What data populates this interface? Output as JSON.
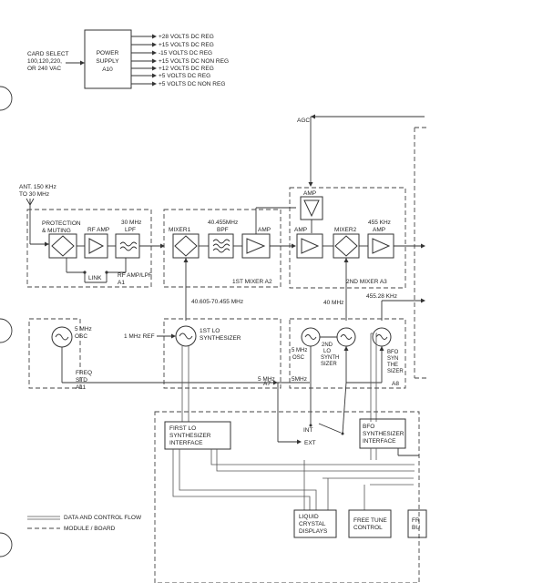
{
  "power": {
    "input": [
      "CARD SELECT",
      "100,120,220,",
      "OR 240 VAC"
    ],
    "box": [
      "POWER",
      "SUPPLY",
      "A10"
    ],
    "outputs": [
      "+28 VOLTS DC REG",
      "+15 VOLTS DC REG",
      "-15 VOLTS DC REG",
      "+15 VOLTS DC NON REG",
      "+12 VOLTS DC REG",
      "+5 VOLTS DC REG",
      "+5 VOLTS DC NON REG"
    ]
  },
  "labels": {
    "agc": "AGC",
    "ant": [
      "ANT. 150 KHz",
      "TO 30 MHz"
    ],
    "protection": [
      "PROTECTION",
      "& MUTING"
    ],
    "rf_amp": "RF AMP",
    "lpf": [
      "30 MHz",
      "LPF"
    ],
    "link": "LINK",
    "rf_module": [
      "RF AMP/LPF",
      "A1"
    ],
    "mixer1": "MIXER1",
    "bpf": [
      "40.455MHz",
      "BPF"
    ],
    "amp1": "AMP",
    "mixer_a2": "1ST MIXER A2",
    "amp_top": "AMP",
    "amp2": "AMP",
    "mixer2": "MIXER2",
    "amp3": [
      "455 KHz",
      "AMP"
    ],
    "mixer_a3": "2ND MIXER A3",
    "freq1": "40.605-70.455 MHz",
    "freq2": "40 MHz",
    "freq3": "455.28 KHz",
    "osc": [
      "5 MHz",
      "OSC"
    ],
    "freq_std": [
      "FREQ",
      "STD",
      "A11"
    ],
    "ref": "1 MHz REF",
    "lo1": [
      "1ST LO",
      "SYNTHESIZER"
    ],
    "a7": "A7",
    "osc2": [
      "5 MHz",
      "OSC"
    ],
    "lo2": [
      "2ND",
      "LO",
      "SYNTH",
      "SIZER"
    ],
    "bfo": [
      "BFO",
      "SYN",
      "THE",
      "SIZER"
    ],
    "a8": "A8",
    "fmhz1": "5 MHz",
    "fmhz2": "5MHz",
    "first_lo_if": [
      "FIRST LO",
      "SYNTHESIZER",
      "INTERFACE"
    ],
    "bfo_if": [
      "BFO",
      "SYNTHESIZER",
      "INTERFACE"
    ],
    "int": "INT",
    "ext": "EXT",
    "lcd": [
      "LIQUID",
      "CRYSTAL",
      "DISPLAYS"
    ],
    "free_tune": [
      "FREE TUNE",
      "CONTROL"
    ],
    "fr": [
      "FR",
      "BU"
    ],
    "legend_data": "DATA AND CONTROL FLOW",
    "legend_module": "MODULE / BOARD"
  }
}
